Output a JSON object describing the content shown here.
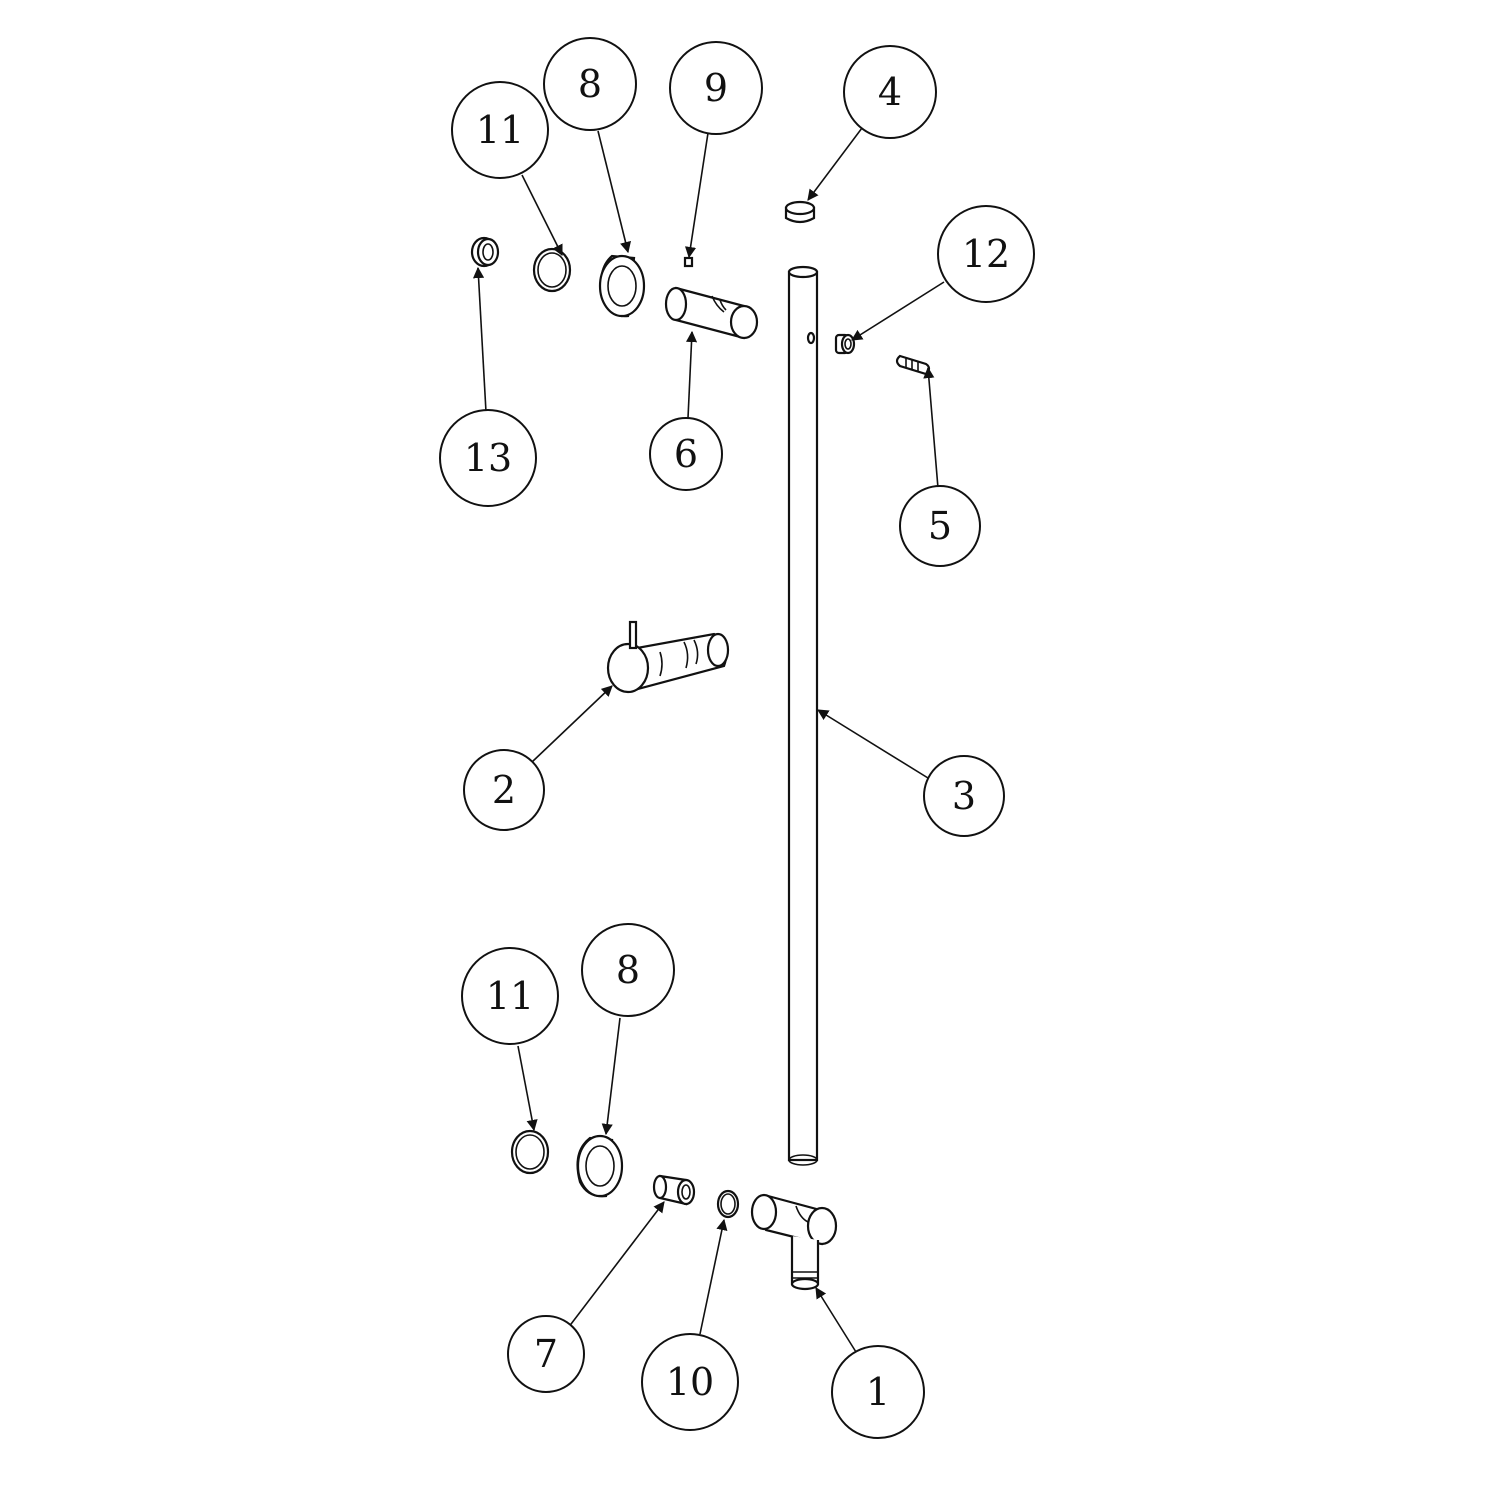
{
  "callouts": [
    {
      "id": "c11a",
      "label": "11"
    },
    {
      "id": "c8a",
      "label": "8"
    },
    {
      "id": "c9",
      "label": "9"
    },
    {
      "id": "c4",
      "label": "4"
    },
    {
      "id": "c12",
      "label": "12"
    },
    {
      "id": "c13",
      "label": "13"
    },
    {
      "id": "c6",
      "label": "6"
    },
    {
      "id": "c5",
      "label": "5"
    },
    {
      "id": "c2",
      "label": "2"
    },
    {
      "id": "c3",
      "label": "3"
    },
    {
      "id": "c11b",
      "label": "11"
    },
    {
      "id": "c8b",
      "label": "8"
    },
    {
      "id": "c7",
      "label": "7"
    },
    {
      "id": "c10",
      "label": "10"
    },
    {
      "id": "c1",
      "label": "1"
    }
  ],
  "colors": {
    "line": "#111111",
    "background": "#ffffff"
  }
}
